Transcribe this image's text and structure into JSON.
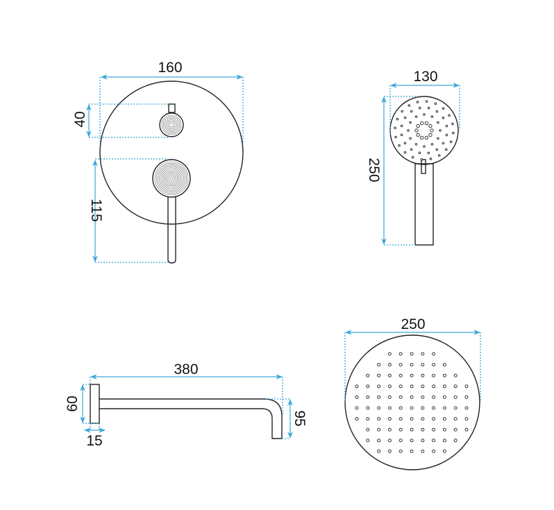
{
  "dimensions": {
    "mixer_width": "160",
    "mixer_upper_knob": "40",
    "mixer_lower": "115",
    "hand_shower_width": "130",
    "hand_shower_length": "250",
    "arm_length": "380",
    "arm_plate_height": "60",
    "arm_plate_depth": "15",
    "arm_drop": "95",
    "rain_shower_diameter": "250"
  },
  "colors": {
    "dimension": "#3aa6d6",
    "outline": "#222222"
  }
}
